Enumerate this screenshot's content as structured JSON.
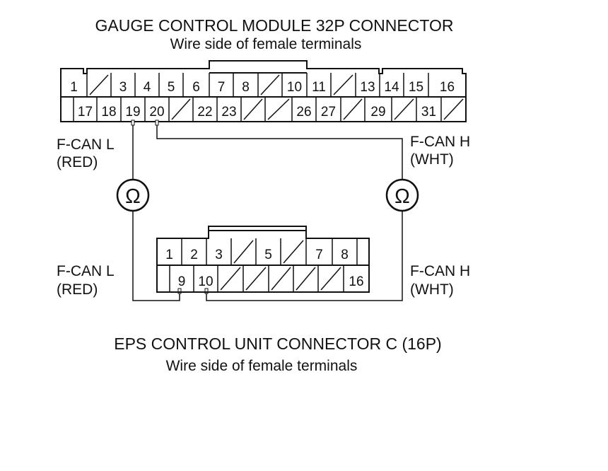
{
  "gauge_connector": {
    "title": "GAUGE CONTROL MODULE 32P CONNECTOR",
    "subtitle": "Wire side of female terminals",
    "row1": [
      "1",
      "",
      "3",
      "4",
      "5",
      "6",
      "7",
      "8",
      "",
      "10",
      "11",
      "",
      "13",
      "14",
      "15",
      "16"
    ],
    "row2": [
      "17",
      "18",
      "19",
      "20",
      "",
      "22",
      "23",
      "",
      "",
      "26",
      "27",
      "",
      "29",
      "",
      "31",
      ""
    ]
  },
  "eps_connector": {
    "title": "EPS CONTROL UNIT CONNECTOR C (16P)",
    "subtitle": "Wire side of female terminals",
    "row1": [
      "1",
      "2",
      "3",
      "",
      "5",
      "",
      "7",
      "8"
    ],
    "row2": [
      "9",
      "10",
      "",
      "",
      "",
      "",
      "",
      "16"
    ]
  },
  "wires": {
    "left_top_label": "F-CAN L",
    "left_top_color": "(RED)",
    "right_top_label": "F-CAN H",
    "right_top_color": "(WHT)",
    "left_bottom_label": "F-CAN L",
    "left_bottom_color": "(RED)",
    "right_bottom_label": "F-CAN H",
    "right_bottom_color": "(WHT)"
  },
  "meters": {
    "left_symbol": "Ω",
    "right_symbol": "Ω"
  }
}
